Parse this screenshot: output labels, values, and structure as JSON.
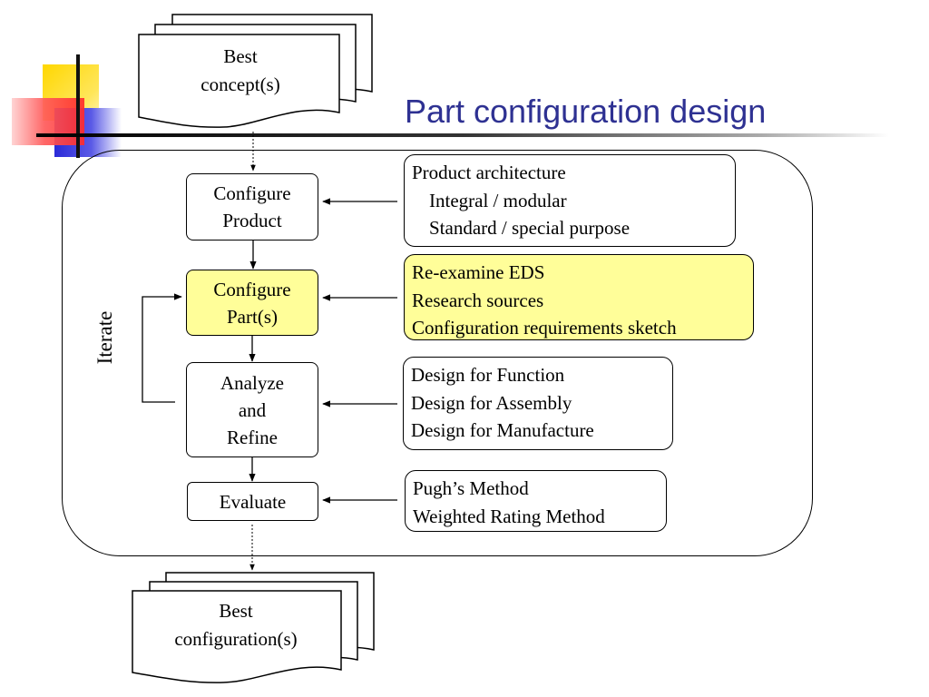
{
  "slide": {
    "title": "Part configuration design"
  },
  "inputs": {
    "top_document": [
      "Best",
      "concept(s)"
    ],
    "bottom_document": [
      "Best",
      "configuration(s)"
    ]
  },
  "steps": [
    {
      "id": "configure-product",
      "label": [
        "Configure",
        "Product"
      ],
      "highlighted": false
    },
    {
      "id": "configure-parts",
      "label": [
        "Configure",
        "Part(s)"
      ],
      "highlighted": true
    },
    {
      "id": "analyze-refine",
      "label": [
        "Analyze",
        "and",
        "Refine"
      ],
      "highlighted": false
    },
    {
      "id": "evaluate",
      "label": [
        "Evaluate"
      ],
      "highlighted": false
    }
  ],
  "info_boxes": [
    {
      "lines": [
        "Product architecture",
        "Integral / modular",
        "Standard / special purpose"
      ],
      "indented": [
        false,
        true,
        true
      ],
      "highlighted": false
    },
    {
      "lines": [
        "Re-examine EDS",
        "Research sources",
        "Configuration requirements sketch"
      ],
      "indented": [
        false,
        false,
        false
      ],
      "highlighted": true
    },
    {
      "lines": [
        "Design for Function",
        "Design for Assembly",
        "Design for Manufacture"
      ],
      "indented": [
        false,
        false,
        false
      ],
      "highlighted": false
    },
    {
      "lines": [
        "Pugh’s Method",
        "Weighted Rating Method"
      ],
      "indented": [
        false,
        false
      ],
      "highlighted": false
    }
  ],
  "loop_label": "Iterate",
  "colors": {
    "title": "#2e3192",
    "highlight": "#fffe99",
    "deco_yellow": "#ffd700",
    "deco_red": "#ff2a2a",
    "deco_blue": "#2b2bd8"
  }
}
